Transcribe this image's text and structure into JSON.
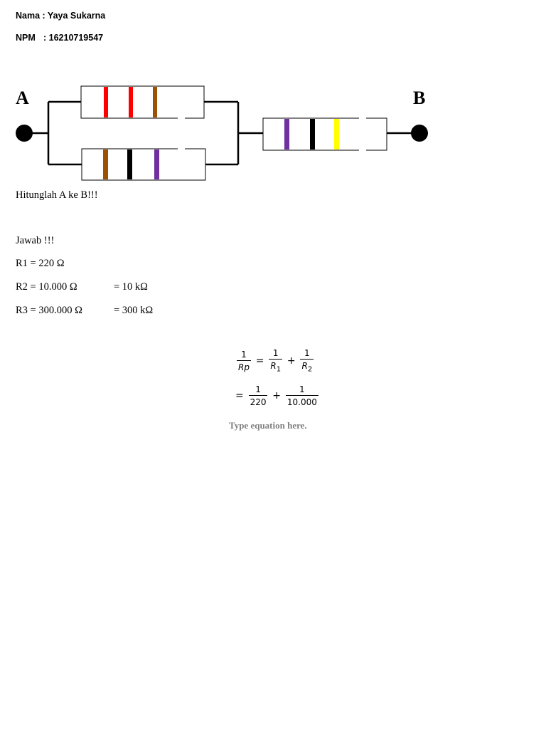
{
  "header": {
    "nama": "Nama : Yaya Sukarna",
    "npm_label": "NPM",
    "npm_value": ": 16210719547"
  },
  "circuit": {
    "node_a": "A",
    "node_b": "B",
    "resistors": [
      {
        "id": "R1",
        "bands": [
          "#ff0000",
          "#ff0000",
          "#9c5200"
        ]
      },
      {
        "id": "R2",
        "bands": [
          "#9c5200",
          "#000000",
          "#7030a0"
        ]
      },
      {
        "id": "R3",
        "bands": [
          "#7030a0",
          "#000000",
          "#ffff00"
        ]
      }
    ],
    "wire_color": "#000000"
  },
  "question": "Hitunglah A ke B!!!",
  "answer": {
    "heading": "Jawab !!!",
    "r1": "R1 =  220 Ω",
    "r2": "R2 = 10.000 Ω",
    "r2_k": "= 10 kΩ",
    "r3": "R3 = 300.000 Ω",
    "r3_k": "= 300 kΩ"
  },
  "equation": {
    "one": "1",
    "rp": "Rp",
    "equals": "=",
    "plus": "+",
    "r_letter": "R",
    "sub1": "1",
    "sub2": "2",
    "den1": "220",
    "den2": "10.000",
    "placeholder": "Type equation here."
  }
}
